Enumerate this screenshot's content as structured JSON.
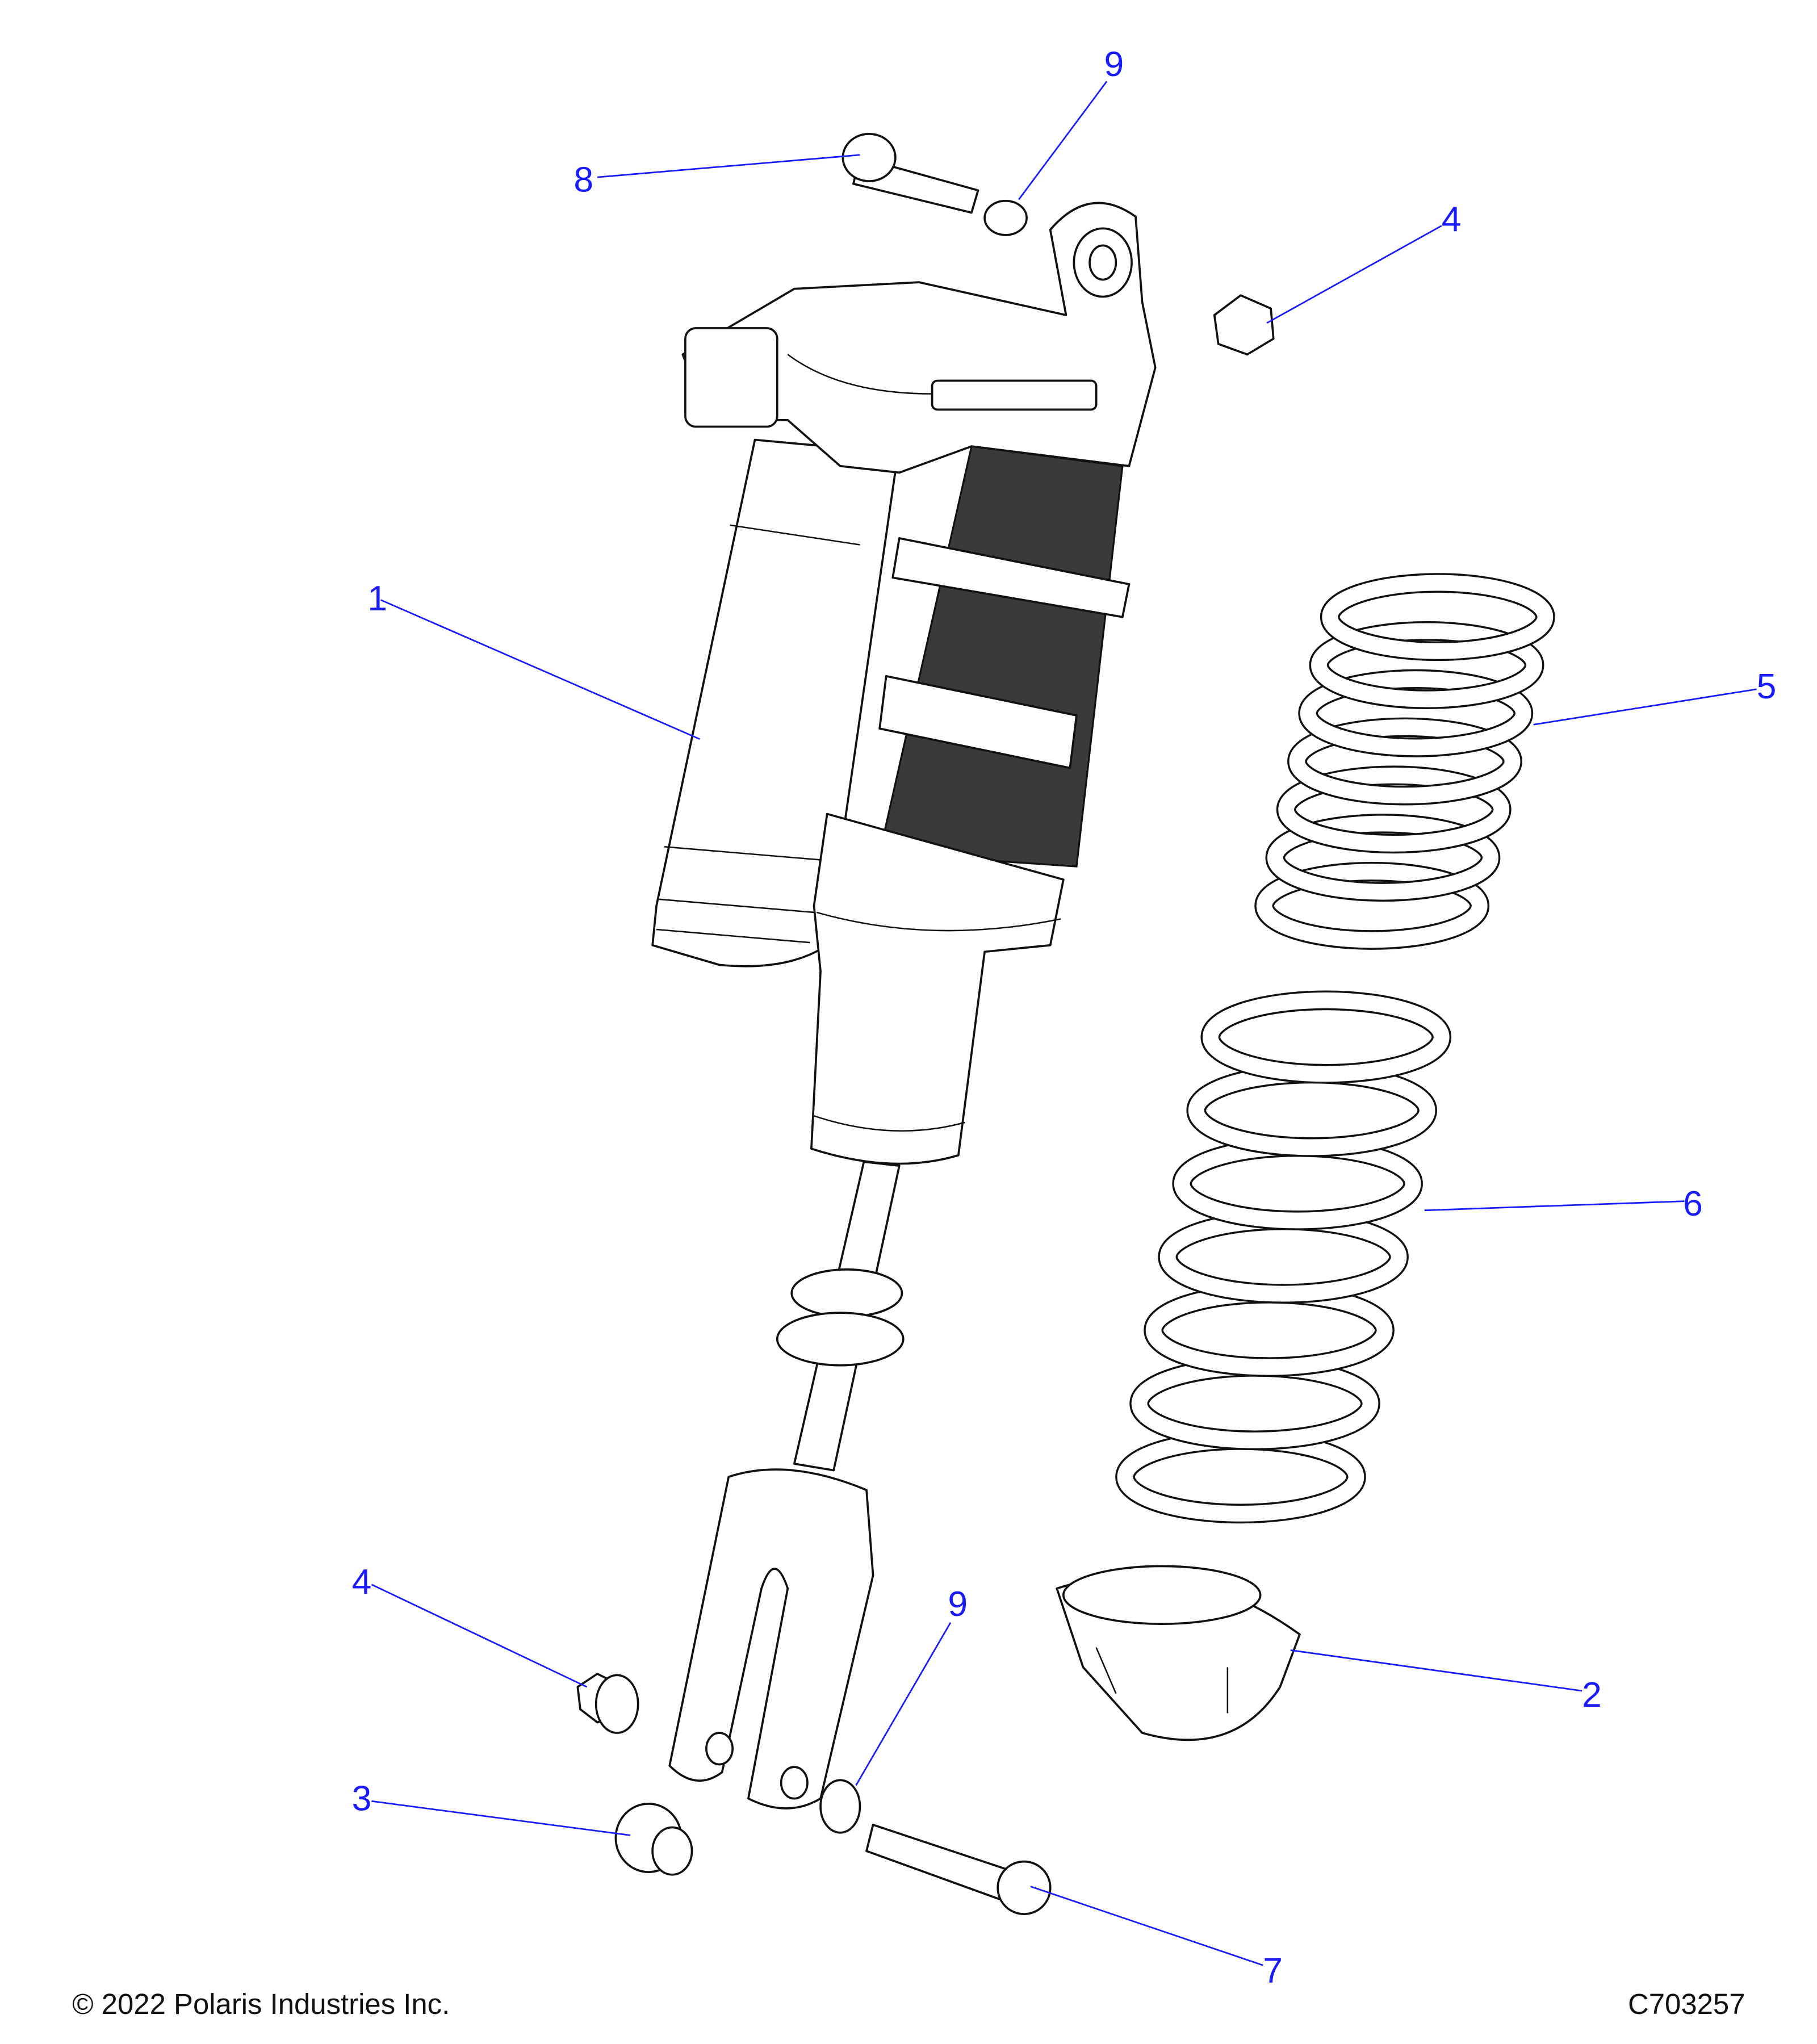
{
  "callouts": {
    "c1": "1",
    "c2": "2",
    "c3": "3",
    "c4_top": "4",
    "c4_bottom": "4",
    "c5": "5",
    "c6": "6",
    "c7": "7",
    "c8": "8",
    "c9_top": "9",
    "c9_bottom": "9"
  },
  "footer": {
    "copyright": "© 2022 Polaris Industries Inc.",
    "drawing_id": "C703257"
  },
  "colors": {
    "callout": "#1a1aff",
    "line": "#111111"
  }
}
